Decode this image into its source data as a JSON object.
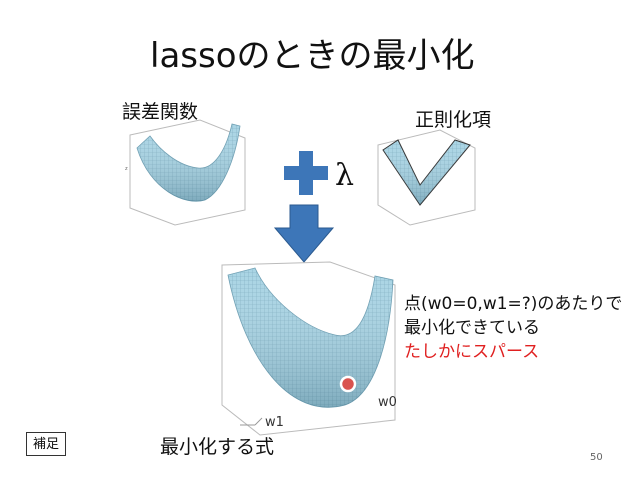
{
  "slide": {
    "title": "lassoのときの最小化",
    "error_label": "誤差関数",
    "regularizer_label": "正則化項",
    "lambda": "λ",
    "minimize_label": "最小化する式",
    "note_line1": "点(w0=0,w1=?)のあたりで",
    "note_line2": "最小化できている",
    "note_line3": "たしかにスパース",
    "axis_w0": "w0",
    "axis_w1": "w1",
    "supplement_tag": "補足",
    "page_number": "50"
  },
  "colors": {
    "surface": "#a7d3e3",
    "mesh": "#6e9fb3",
    "arrow": "#3d76b8",
    "marker": "#d9534f",
    "note_highlight": "#e02020"
  }
}
